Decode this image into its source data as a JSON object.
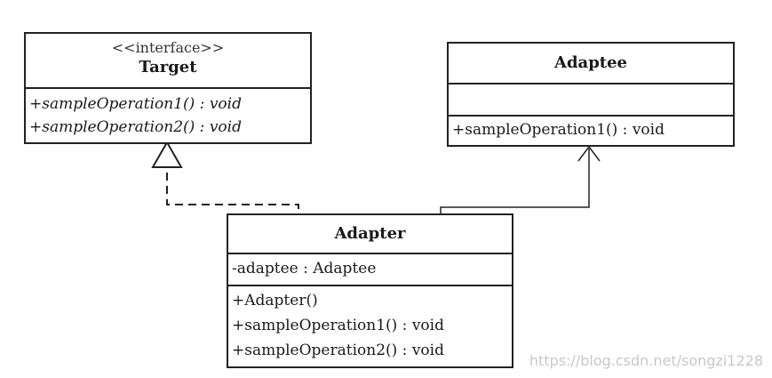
{
  "classes": {
    "target": {
      "stereotype": "<<interface>>",
      "name": "Target",
      "operations": [
        "+sampleOperation1() : void",
        "+sampleOperation2() : void"
      ]
    },
    "adaptee": {
      "name": "Adaptee",
      "operations": [
        "+sampleOperation1() : void"
      ]
    },
    "adapter": {
      "name": "Adapter",
      "attributes": [
        "-adaptee : Adaptee"
      ],
      "operations": [
        "+Adapter()",
        "+sampleOperation1() : void",
        "+sampleOperation2() : void"
      ]
    }
  },
  "relations": [
    {
      "type": "realization",
      "from": "Adapter",
      "to": "Target",
      "style": "dashed",
      "arrowhead": "hollow-triangle"
    },
    {
      "type": "association",
      "from": "Adapter",
      "to": "Adaptee",
      "style": "solid",
      "arrowhead": "open-arrow"
    }
  ],
  "watermark": "https://blog.csdn.net/songzi1228",
  "colors": {
    "line": "#222222",
    "watermark": "#c8c8c8"
  }
}
